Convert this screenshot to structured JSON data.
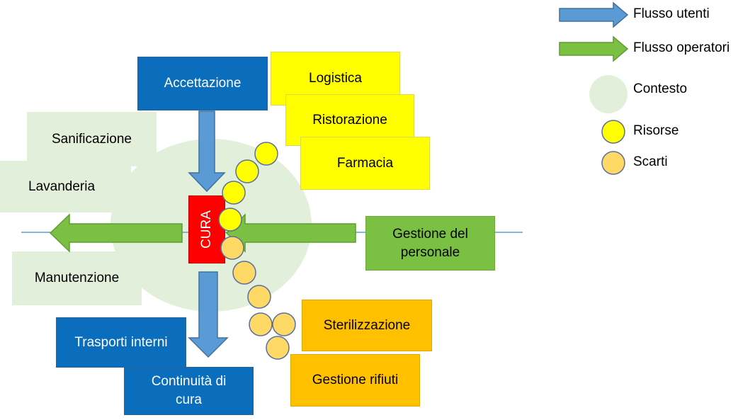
{
  "colors": {
    "contesto": "#e2efda",
    "risorse": "#ffff00",
    "scarti": "#ffd966",
    "flusso_utenti": "#5b9bd5",
    "flusso_operatori": "#7ac143",
    "cura": "#ff0000"
  },
  "boxes": {
    "accettazione": "Accettazione",
    "logistica": "Logistica",
    "ristorazione": "Ristorazione",
    "farmacia": "Farmacia",
    "sanificazione": "Sanificazione",
    "lavanderia": "Lavanderia",
    "manutenzione": "Manutenzione",
    "cura": "CURA",
    "gestione_personale": "Gestione del personale",
    "sterilizzazione": "Sterilizzazione",
    "gestione_rifiuti": "Gestione rifiuti",
    "trasporti_interni": "Trasporti interni",
    "continuita_cura": "Continuità di cura"
  },
  "legend": {
    "flusso_utenti": "Flusso utenti",
    "flusso_operatori": "Flusso operatori",
    "contesto": "Contesto",
    "risorse": "Risorse",
    "scarti": "Scarti"
  }
}
